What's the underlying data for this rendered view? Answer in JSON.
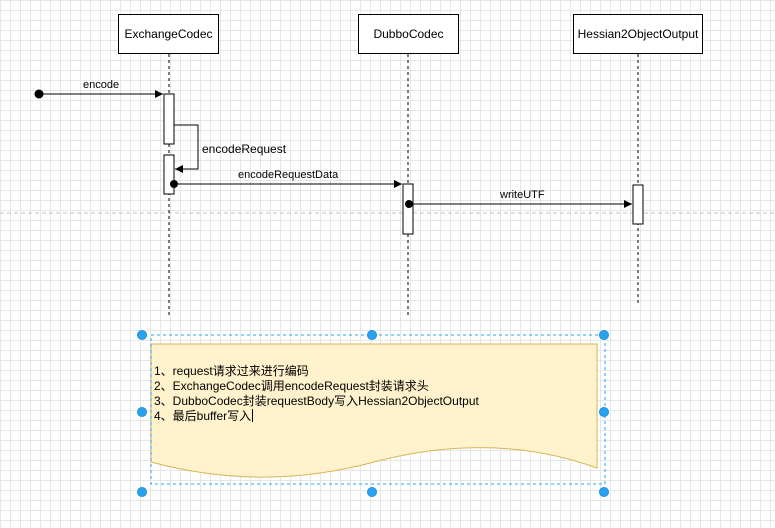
{
  "participants": [
    {
      "name": "ExchangeCodec"
    },
    {
      "name": "DubboCodec"
    },
    {
      "name": "Hessian2ObjectOutput"
    }
  ],
  "messages": {
    "encode": "encode",
    "encode_request": "encodeRequest",
    "encode_request_data": "encodeRequestData",
    "write_utf": "writeUTF"
  },
  "note": {
    "lines": [
      "1、request请求过来进行编码",
      "2、ExchangeCodec调用encodeRequest封装请求头",
      "3、DubboCodec封装requestBody写入Hessian2ObjectOutput",
      "4、最后buffer写入"
    ],
    "fill_color": "#fff2cc",
    "selection_color": "#29a3f0"
  }
}
